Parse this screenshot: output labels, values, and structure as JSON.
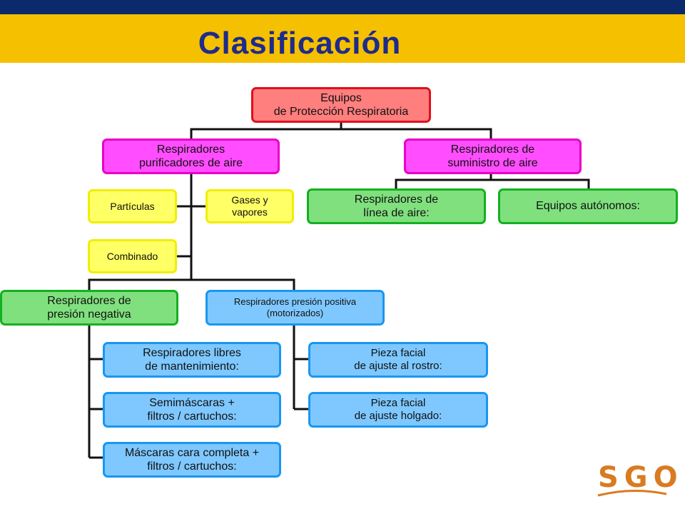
{
  "header": {
    "title": "Clasificación"
  },
  "nodes": {
    "root": "Equipos\nde Protección Respiratoria",
    "purificadores": "Respiradores\npurificadores de aire",
    "suministro": "Respiradores de\nsuministro de aire",
    "particulas": "Partículas",
    "gases": "Gases y\nvapores",
    "combinado": "Combinado",
    "linea_aire": "Respiradores de\nlínea de aire:",
    "autonomos": "Equipos autónomos:",
    "presion_negativa": "Respiradores de\npresión negativa",
    "presion_positiva": "Respiradores presión positiva\n(motorizados)",
    "libres_mantenimiento": "Respiradores libres\nde mantenimiento:",
    "semimascaras": "Semimáscaras +\nfiltros / cartuchos:",
    "mascaras_completa": "Máscaras cara completa +\nfiltros / cartuchos:",
    "ajuste_rostro": "Pieza facial\nde ajuste al rostro:",
    "ajuste_holgado": "Pieza facial\nde ajuste holgado:"
  },
  "logo": {
    "text": "SGO"
  },
  "colors": {
    "header_bar": "#0b2a6b",
    "title_band": "#f5c000",
    "title_text": "#1f2b8a",
    "root": "#ff7e7e",
    "level1": "#ff4dff",
    "category": "#ffff66",
    "pressure": "#80e07e",
    "device": "#7ec8ff",
    "logo": "#d97b20"
  }
}
